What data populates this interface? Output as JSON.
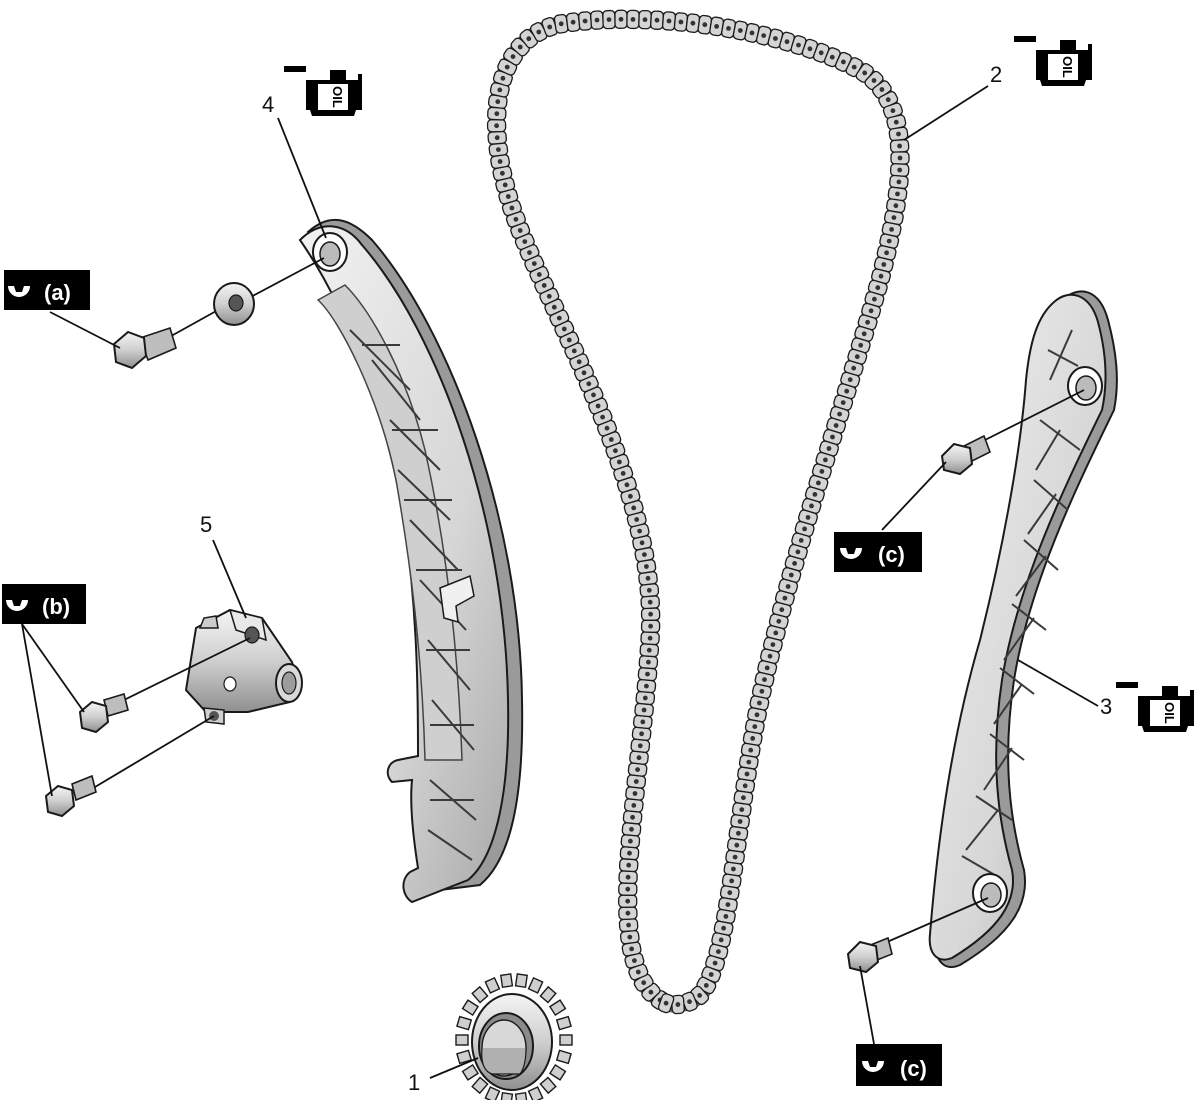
{
  "callouts": {
    "sprocket": "1",
    "chain": "2",
    "guide": "3",
    "tensioner_guide": "4",
    "tensioner": "5"
  },
  "torque_tags": {
    "a": "(a)",
    "b": "(b)",
    "c_upper": "(c)",
    "c_lower": "(c)"
  },
  "oil_label": "OIL",
  "colors": {
    "part_light": "#e6e6e6",
    "part_mid": "#c8c8c8",
    "part_dark": "#8c8c8c",
    "outline": "#1a1a1a",
    "badge": "#000000"
  }
}
